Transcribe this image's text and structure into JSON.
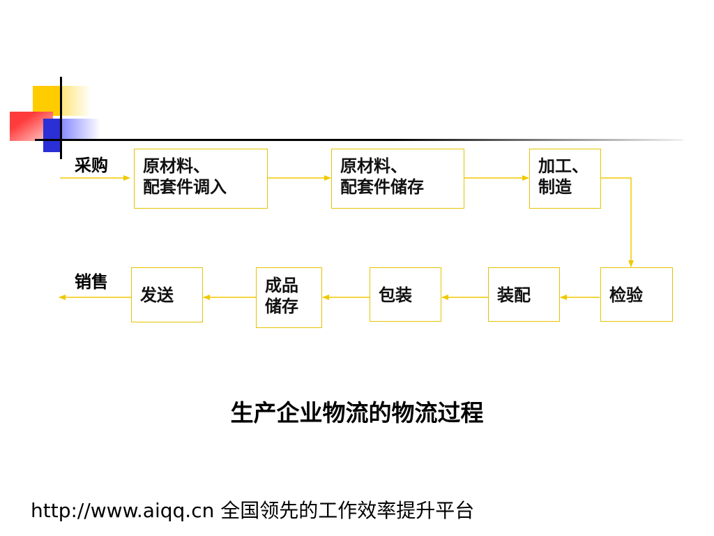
{
  "diagram": {
    "label_purchase": "采购",
    "label_sales": "销售",
    "boxes": [
      {
        "id": "raw-in",
        "lines": [
          "原材料、",
          "配套件调入"
        ]
      },
      {
        "id": "raw-store",
        "lines": [
          "原材料、",
          "配套件储存"
        ]
      },
      {
        "id": "process",
        "lines": [
          "加工、",
          "制造"
        ]
      },
      {
        "id": "inspect",
        "lines": [
          "检验"
        ]
      },
      {
        "id": "assemble",
        "lines": [
          "装配"
        ]
      },
      {
        "id": "package",
        "lines": [
          "包装"
        ]
      },
      {
        "id": "goods-store",
        "lines": [
          "成品",
          "储存"
        ]
      },
      {
        "id": "ship",
        "lines": [
          "发送"
        ]
      }
    ],
    "title": "生产企业物流的物流过程"
  },
  "footer": {
    "url": "http://www.aiqq.cn",
    "tagline": "全国领先的工作效率提升平台"
  },
  "colors": {
    "box_border": "#e6c200",
    "arrow": "#f0c800"
  }
}
